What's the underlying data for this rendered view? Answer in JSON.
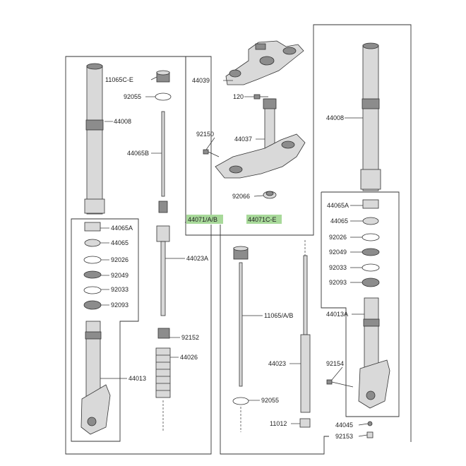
{
  "colors": {
    "tag_fill": "#a8d99a",
    "part_fill": "#d9d9d9",
    "part_dark": "#8c8c8c",
    "line": "#333333"
  },
  "labels": {
    "p11065ce": "11065C-E",
    "p92055_top": "92055",
    "p44008_left": "44008",
    "p44065b": "44065B",
    "p44039": "44039",
    "p120": "120",
    "p44037": "44037",
    "p92150": "92150",
    "p92066": "92066",
    "p44008_right": "44008",
    "p44065a_left": "44065A",
    "p44065_left": "44065",
    "p92026_left": "92026",
    "p92049_left": "92049",
    "p92033_left": "92033",
    "p92093_left": "92093",
    "p44013_left": "44013",
    "p44023a": "44023A",
    "p92152": "92152",
    "p44026": "44026",
    "p11065ab": "11065/A/B",
    "p44023": "44023",
    "p92055_bottom": "92055",
    "p11012": "11012",
    "p44065a_right": "44065A",
    "p44065_right": "44065",
    "p92026_right": "92026",
    "p92049_right": "92049",
    "p92033_right": "92033",
    "p92093_right": "92093",
    "p44013a": "44013A",
    "p92154": "92154",
    "p44045": "44045",
    "p92153": "92153"
  },
  "tags": {
    "t44071ab": "44071/A/B",
    "t44071ce": "44071C-E"
  }
}
